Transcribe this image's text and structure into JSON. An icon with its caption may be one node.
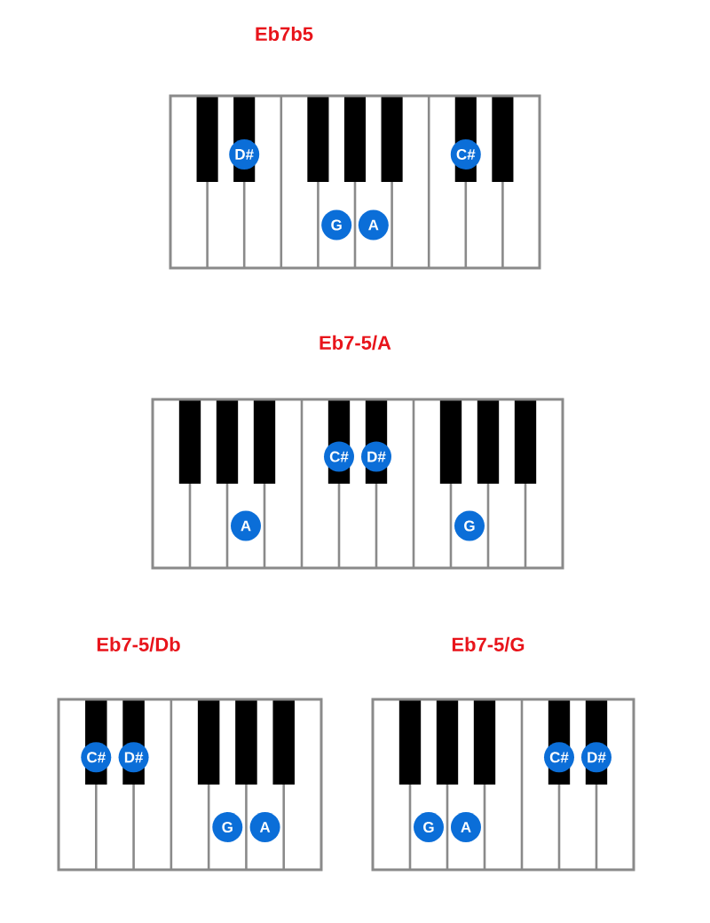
{
  "diagram": {
    "nodes": [
      {
        "text": [
          "Eb7b5"
        ]
      },
      {
        "text": [
          "D#"
        ],
        "in": 0
      },
      {
        "text": [
          "G"
        ],
        "in": 0
      },
      {
        "text": [
          "A"
        ],
        "in": 0
      },
      {
        "text": [
          "C#"
        ],
        "in": 0
      },
      {
        "text": [
          "Eb7-5/A"
        ]
      },
      {
        "text": [
          "A"
        ],
        "in": 5
      },
      {
        "text": [
          "C#"
        ],
        "in": 5
      },
      {
        "text": [
          "D#"
        ],
        "in": 5
      },
      {
        "text": [
          "G"
        ],
        "in": 5
      },
      {
        "text": [
          "Eb7-5/Db"
        ]
      },
      {
        "text": [
          "C#"
        ],
        "in": 10
      },
      {
        "text": [
          "D#"
        ],
        "in": 10
      },
      {
        "text": [
          "G"
        ],
        "in": 10
      },
      {
        "text": [
          "A"
        ],
        "in": 10
      },
      {
        "text": [
          "Eb7-5/G"
        ]
      },
      {
        "text": [
          "G"
        ],
        "in": 15
      },
      {
        "text": [
          "A"
        ],
        "in": 15
      },
      {
        "text": [
          "C#"
        ],
        "in": 15
      },
      {
        "text": [
          "D#"
        ],
        "in": 15
      }
    ]
  }
}
